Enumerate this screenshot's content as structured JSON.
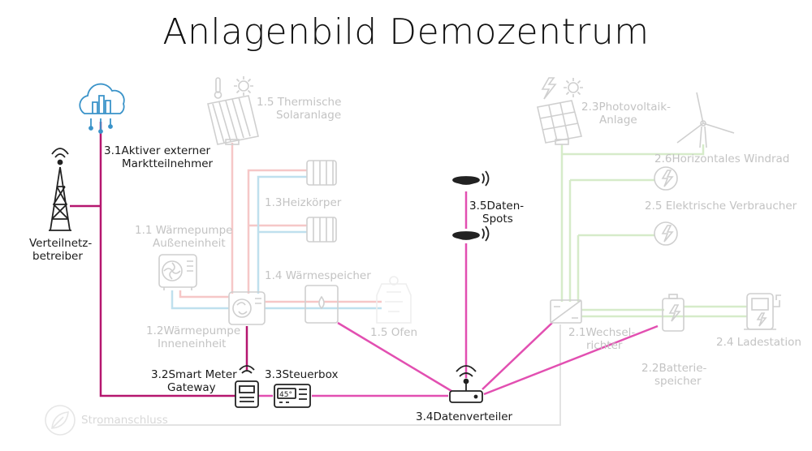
{
  "title": "Anlagenbild Demozentrum",
  "colors": {
    "magenta": "#e24fb1",
    "dark_magenta": "#b5166f",
    "light_red": "#f6c7c7",
    "light_blue": "#bfe0ee",
    "light_green": "#d6ebc9",
    "light_gray": "#dcdcdc",
    "icon_gray": "#cfcfcf",
    "icon_dark": "#222222",
    "cloud_blue": "#3a93c9"
  },
  "labels": {
    "thermische_solaranlage": [
      "1.5 Thermische",
      "Solaranlage"
    ],
    "heizkoerper": "1.3Heizkörper",
    "waermepumpe_aussen": [
      "1.1 Wärmepumpe",
      "Außeneinheit"
    ],
    "waermespeicher": "1.4 Wärmespeicher",
    "waermepumpe_innen": [
      "1.2Wärmepumpe",
      "Inneneinheit"
    ],
    "ofen": "1.5 Ofen",
    "marktteilnehmer": [
      "3.1Aktiver externer",
      "Marktteilnehmer"
    ],
    "verteilnetzbetreiber": [
      "Verteilnetz-",
      "betreiber"
    ],
    "smart_meter": [
      "3.2Smart Meter",
      "Gateway"
    ],
    "steuerbox": "3.3Steuerbox",
    "daten_spots": [
      "3.5Daten-",
      "Spots"
    ],
    "datenverteiler": "3.4Datenverteiler",
    "photovoltaik": [
      "2.3Photovoltaik-",
      "Anlage"
    ],
    "windrad": "2.6Horizontales  Windrad",
    "verbraucher": "2.5 Elektrische Verbraucher",
    "wechselrichter": [
      "2.1Wechsel-",
      "richter"
    ],
    "batteriespeicher": [
      "2.2Batterie-",
      "speicher"
    ],
    "ladestation": "2.4 Ladestation",
    "stromanschluss": "Stromanschluss",
    "thermostat_display": "45°"
  },
  "icons": [
    "thermometer-icon",
    "sun-icon",
    "solar-thermal-panel-icon",
    "radiator-icon",
    "heat-pump-outdoor-icon",
    "heat-pump-indoor-icon",
    "heat-storage-icon",
    "oven-icon",
    "cloud-city-icon",
    "transmission-tower-icon",
    "smart-meter-icon",
    "control-box-icon",
    "data-spot-icon",
    "router-icon",
    "lightning-icon",
    "photovoltaic-panel-icon",
    "wind-turbine-icon",
    "consumer-lightning-icon",
    "inverter-icon",
    "battery-icon",
    "charging-station-icon",
    "leaf-icon"
  ]
}
